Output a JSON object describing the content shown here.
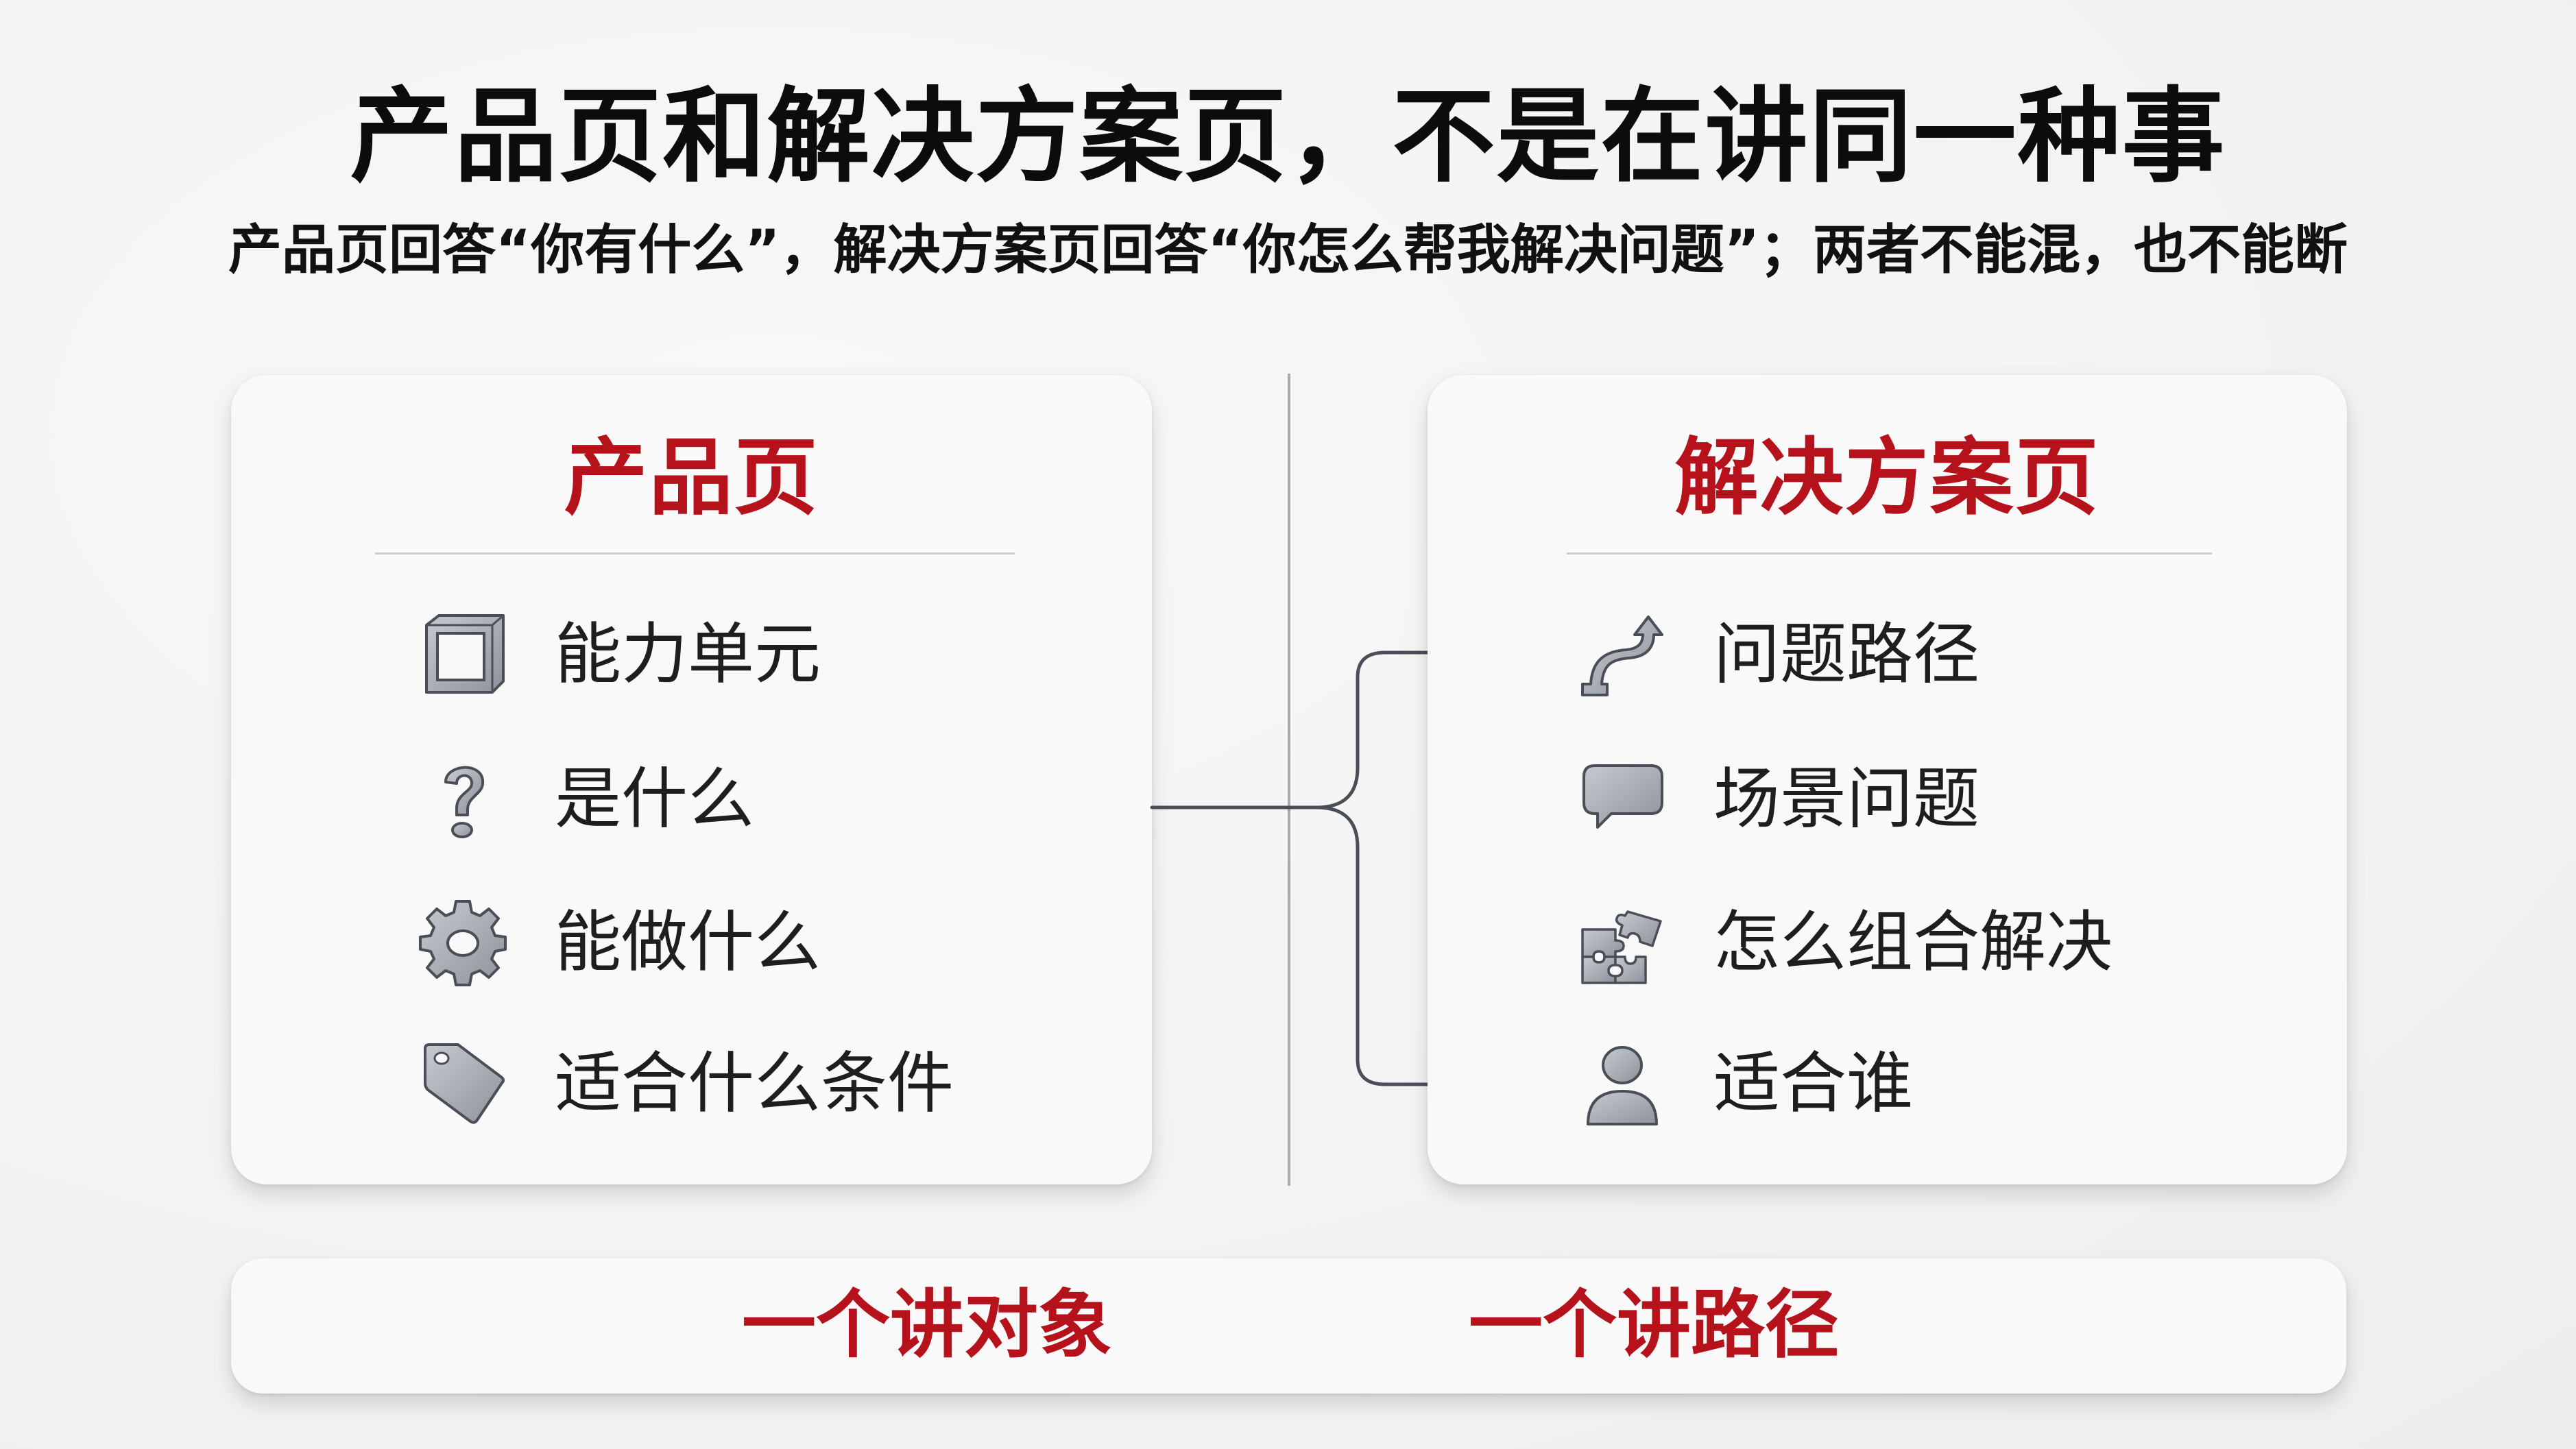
{
  "header": {
    "title": "产品页和解决方案页，不是在讲同一种事",
    "subtitle": "产品页回答“你有什么”，解决方案页回答“你怎么帮我解决问题”；两者不能混，也不能断"
  },
  "colors": {
    "accent_red": "#b5121b",
    "text_dark": "#1e1e1e",
    "icon_gray": "#a6abb3",
    "icon_outline": "#4a4f57",
    "connector": "#4a4f57",
    "divider": "#a9abae"
  },
  "left_card": {
    "title": "产品页",
    "items": [
      {
        "icon": "cube-icon",
        "label": "能力单元"
      },
      {
        "icon": "question-mark-icon",
        "label": "是什么"
      },
      {
        "icon": "gear-icon",
        "label": "能做什么"
      },
      {
        "icon": "tag-icon",
        "label": "适合什么条件"
      }
    ]
  },
  "right_card": {
    "title": "解决方案页",
    "items": [
      {
        "icon": "curved-path-arrow-icon",
        "label": "问题路径"
      },
      {
        "icon": "speech-bubble-icon",
        "label": "场景问题"
      },
      {
        "icon": "puzzle-pieces-icon",
        "label": "怎么组合解决"
      },
      {
        "icon": "person-icon",
        "label": "适合谁"
      }
    ]
  },
  "connector": {
    "from": "产品页",
    "to": [
      "问题路径",
      "适合谁"
    ]
  },
  "footer": {
    "left_label": "一个讲对象",
    "right_label": "一个讲路径"
  }
}
